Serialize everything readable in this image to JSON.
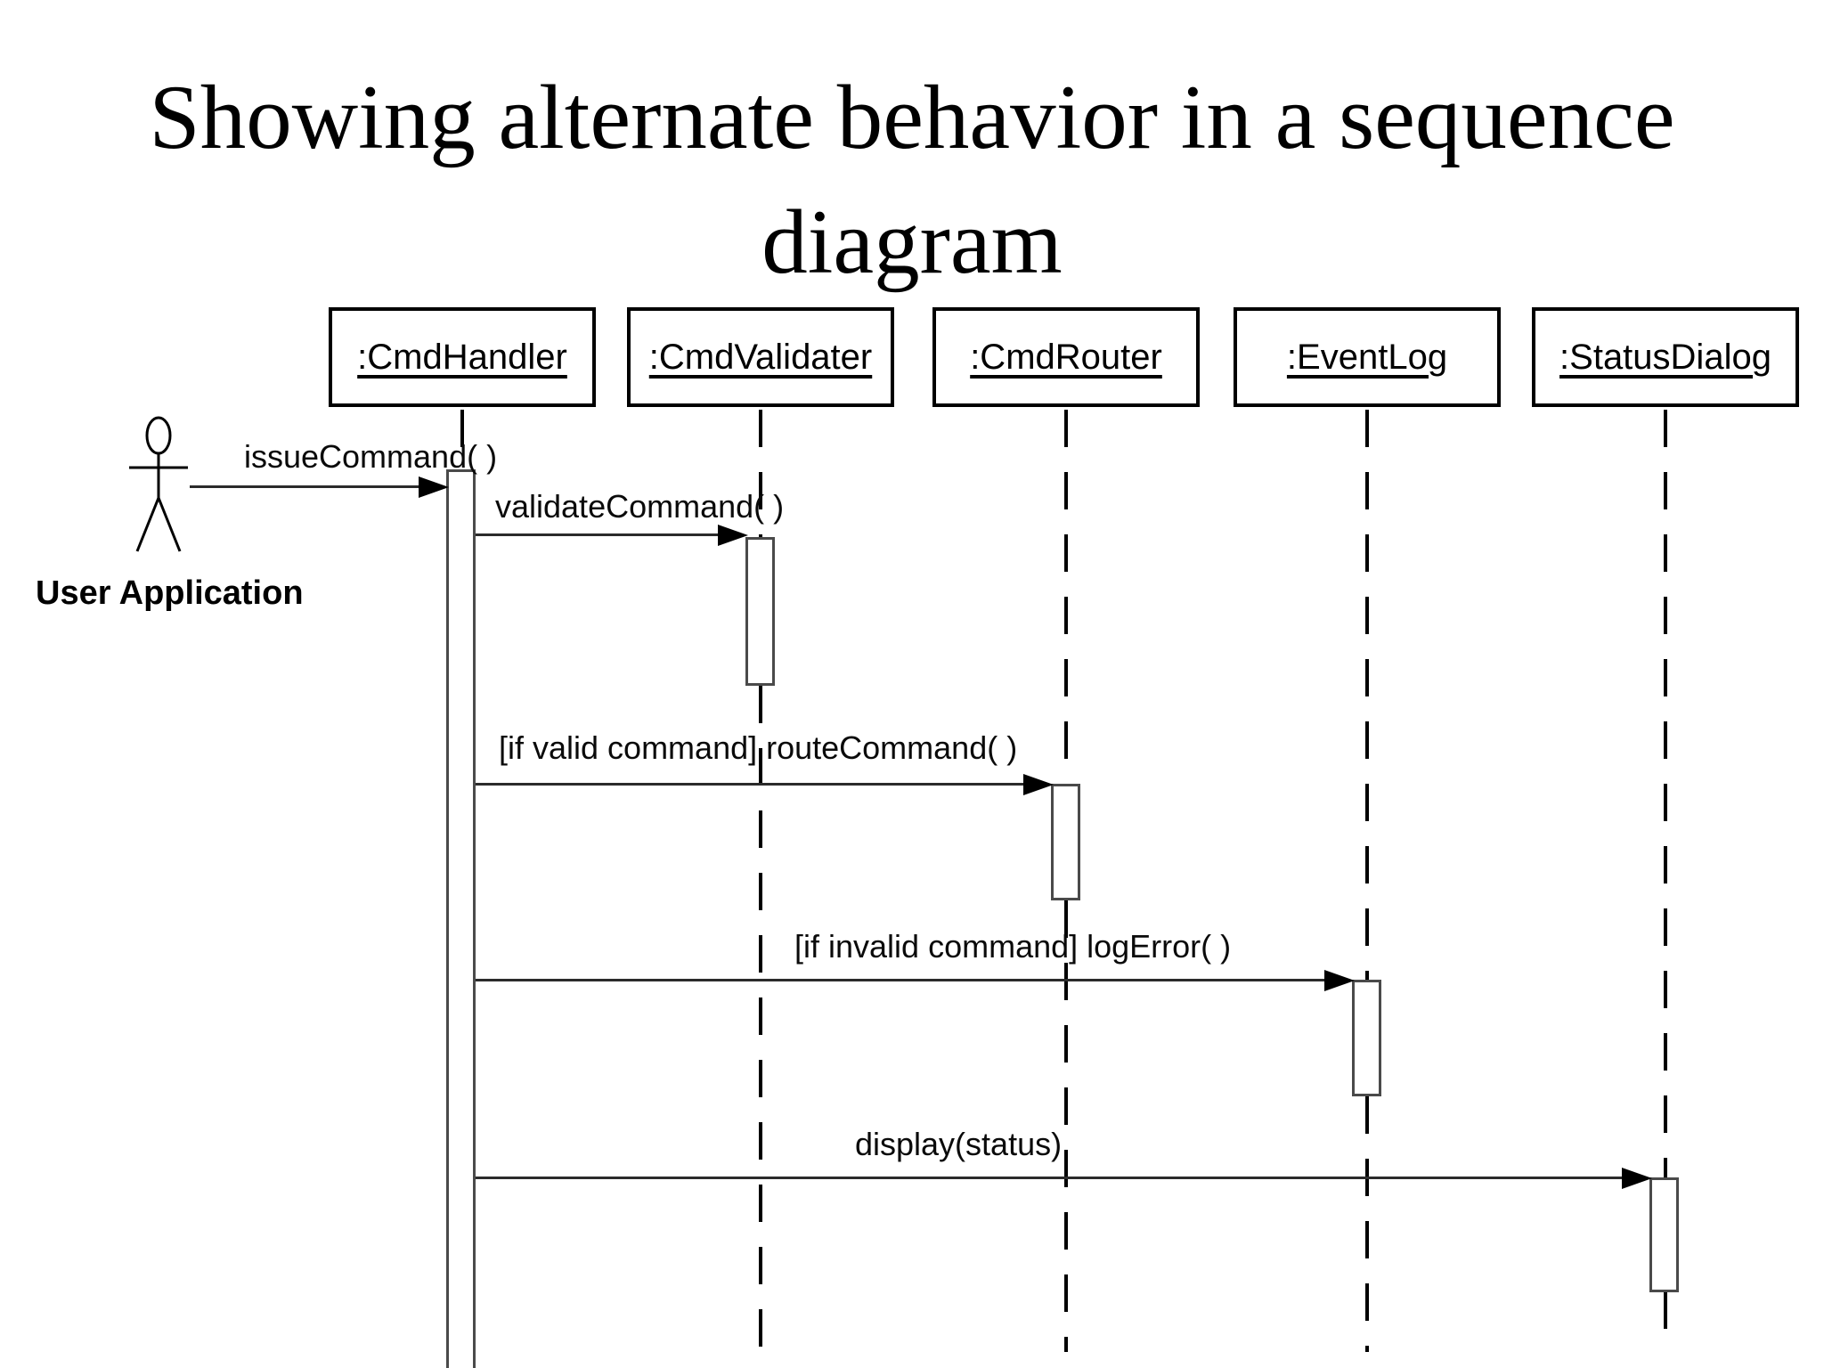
{
  "title": {
    "line1": "Showing alternate behavior in a sequence",
    "line2": "diagram"
  },
  "actor": {
    "label": "User Application"
  },
  "lifelines": [
    {
      "id": "cmd-handler",
      "label": ":CmdHandler"
    },
    {
      "id": "cmd-validater",
      "label": ":CmdValidater"
    },
    {
      "id": "cmd-router",
      "label": ":CmdRouter"
    },
    {
      "id": "event-log",
      "label": ":EventLog"
    },
    {
      "id": "status-dialog",
      "label": ":StatusDialog"
    }
  ],
  "messages": [
    {
      "label": "issueCommand( )",
      "from": "User Application",
      "to": ":CmdHandler"
    },
    {
      "label": "validateCommand( )",
      "from": ":CmdHandler",
      "to": ":CmdValidater"
    },
    {
      "label": "[if valid command] routeCommand( )",
      "from": ":CmdHandler",
      "to": ":CmdRouter"
    },
    {
      "label": "[if invalid command] logError( )",
      "from": ":CmdHandler",
      "to": ":EventLog"
    },
    {
      "label": "display(status)",
      "from": ":CmdHandler",
      "to": ":StatusDialog"
    }
  ],
  "colors": {
    "background": "#ffffff",
    "line": "#000000",
    "text": "#000000"
  }
}
